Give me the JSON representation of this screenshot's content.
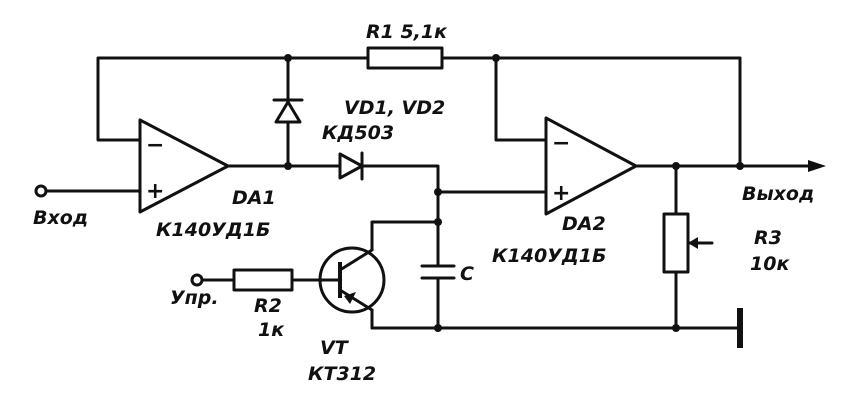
{
  "labels": {
    "r1": "R1 5,1к",
    "vd": "VD1, VD2",
    "vd_type": "КД503",
    "da1": "DA1",
    "da1_type": "К140УД1Б",
    "da2": "DA2",
    "da2_type": "К140УД1Б",
    "input": "Вход",
    "output": "Выход",
    "control": "Упр.",
    "r2": "R2",
    "r2_value": "1к",
    "r3": "R3",
    "r3_value": "10к",
    "c": "C",
    "vt": "VT",
    "vt_type": "КТ312"
  },
  "opamp_signs": {
    "minus": "−",
    "plus": "+"
  }
}
